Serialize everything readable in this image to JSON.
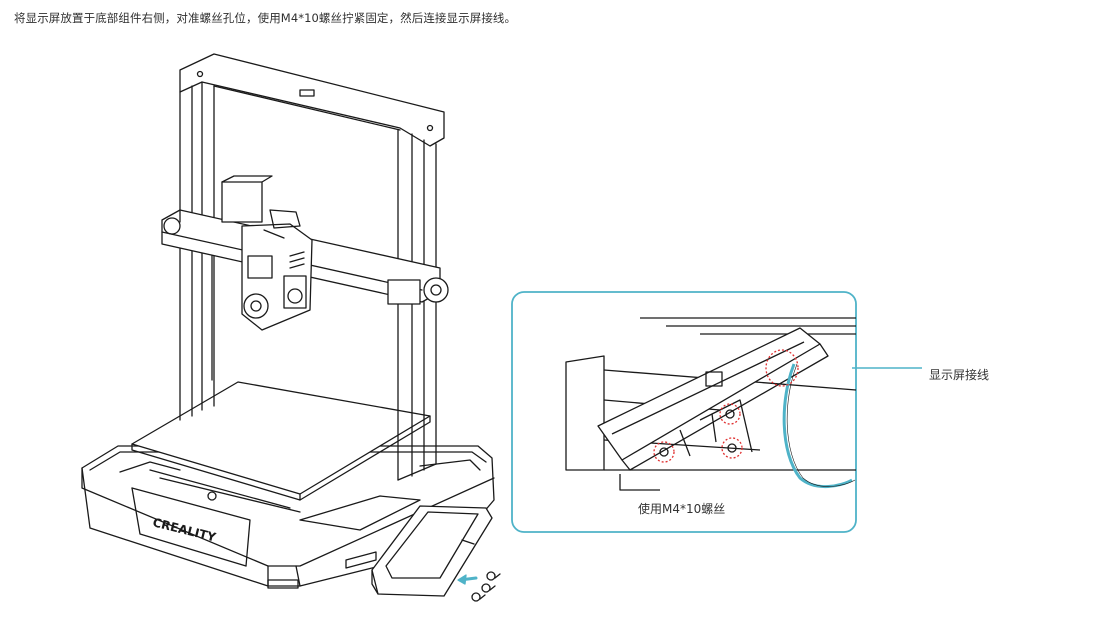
{
  "instruction": "将显示屏放置于底部组件右侧，对准螺丝孔位，使用M4*10螺丝拧紧固定，然后连接显示屏接线。",
  "printer": {
    "brand_logo": "CREALITY"
  },
  "detail": {
    "screws_label": "使用M4*10螺丝",
    "cable_label": "显示屏接线"
  },
  "colors": {
    "accent": "#4fb3c8",
    "highlight": "#e03030",
    "line": "#1a1a1a"
  }
}
